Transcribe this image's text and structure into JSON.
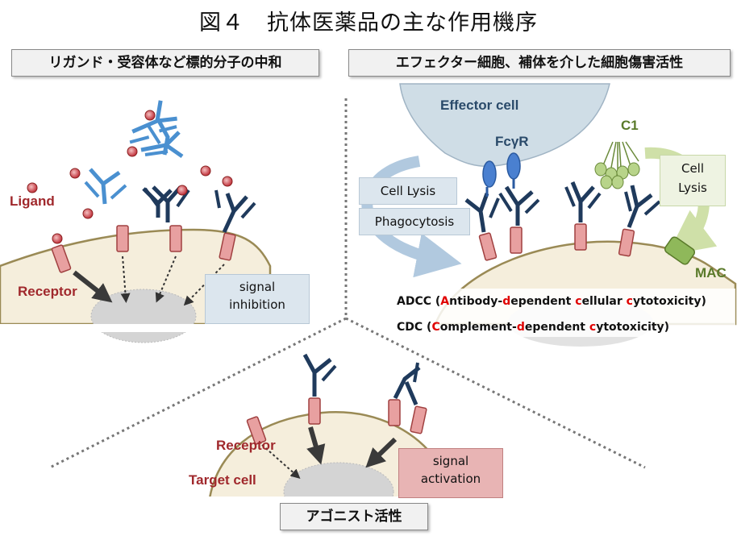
{
  "title": "図４　抗体医薬品の主な作用機序",
  "panels": {
    "left": {
      "header": "リガンド・受容体など標的分子の中和",
      "ligand_label": "Ligand",
      "receptor_label": "Receptor",
      "signal_box": [
        "signal",
        "inhibition"
      ]
    },
    "right": {
      "header": "エフェクター細胞、補体を介した細胞傷害活性",
      "effector_label": "Effector cell",
      "fcr_label": "FcγR",
      "c1_label": "C1",
      "mac_label": "MAC",
      "cell_lysis_left": "Cell Lysis",
      "phagocytosis": "Phagocytosis",
      "cell_lysis_right": [
        "Cell",
        "Lysis"
      ],
      "adcc": {
        "pre": "ADCC (",
        "p1": "A",
        "t1": "ntibody-",
        "p2": "d",
        "t2": "ependent ",
        "p3": "c",
        "t3": "ellular ",
        "p4": "c",
        "t4": "ytotoxicity)"
      },
      "cdc": {
        "pre": "CDC (",
        "p1": "C",
        "t1": "omplement-",
        "p2": "d",
        "t2": "ependent ",
        "p3": "c",
        "t3": "ytotoxicity)"
      }
    },
    "bottom": {
      "header": "アゴニスト活性",
      "receptor_label": "Receptor",
      "target_label": "Target cell",
      "signal_box": [
        "signal",
        "activation"
      ]
    }
  },
  "colors": {
    "cell_fill": "#f5eedc",
    "cell_edge": "#9a8a55",
    "receptor": "#e8a0a0",
    "antibody_dark": "#1f3a5c",
    "antibody_light": "#4a90d0",
    "ligand": "#c0303a",
    "effector": "#cfdde6",
    "complement": "#b8d48a",
    "mac": "#8fb85a",
    "label_red": "#a0282c",
    "label_green": "#5a7a2a",
    "label_navy": "#2a4a6a"
  }
}
